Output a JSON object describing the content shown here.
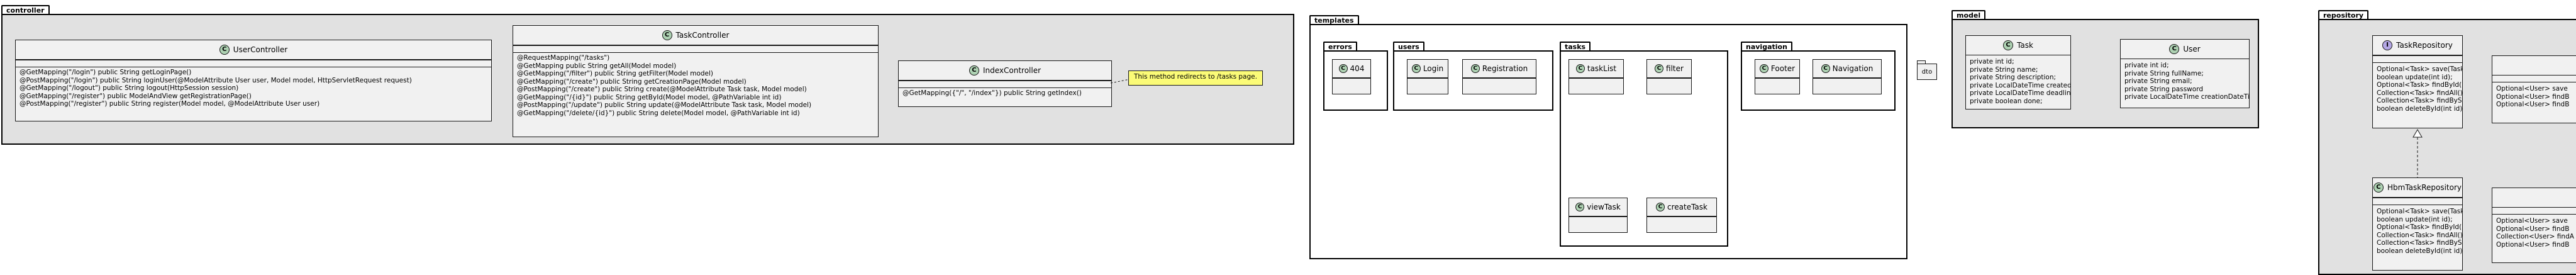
{
  "packages": {
    "controller": {
      "label": "controller",
      "classes": {
        "user_controller": {
          "name": "UserController",
          "stereotype": "C",
          "members": [
            "@GetMapping(\"/login\") public String getLoginPage()",
            "@PostMapping(\"/login\") public String loginUser(@ModelAttribute User user, Model model, HttpServletRequest request)",
            "@GetMapping(\"/logout\") public String logout(HttpSession session)",
            "@GetMapping(\"/register\") public ModelAndView getRegistrationPage()",
            "@PostMapping(\"/register\") public String register(Model model, @ModelAttribute User user)"
          ]
        },
        "task_controller": {
          "name": "TaskController",
          "stereotype": "C",
          "members": [
            "@RequestMapping(\"/tasks\")",
            "@GetMapping public String getAll(Model model)",
            "@GetMapping(\"/filter\") public String getFilter(Model model)",
            "@GetMapping(\"/create\") public String getCreationPage(Model model)",
            "@PostMapping(\"/create\") public String create(@ModelAttribute Task task, Model model)",
            "@GetMapping(\"/{id}\") public String getById(Model model, @PathVariable int id)",
            "@PostMapping(\"/update\") public String update(@ModelAttribute Task task, Model model)",
            "@GetMapping(\"/delete/{id}\") public String delete(Model model, @PathVariable int id)"
          ]
        },
        "index_controller": {
          "name": "IndexController",
          "stereotype": "C",
          "members": [
            "@GetMapping({\"/\", \"/index\"}) public String getIndex()"
          ]
        }
      },
      "note": "This method redirects to /tasks page."
    },
    "templates": {
      "label": "templates",
      "errors": {
        "label": "errors",
        "items": [
          "404"
        ]
      },
      "users": {
        "label": "users",
        "items": [
          "Login",
          "Registration"
        ]
      },
      "tasks": {
        "label": "tasks",
        "items": [
          "taskList",
          "filter",
          "viewTask",
          "createTask"
        ]
      },
      "navigation": {
        "label": "navigation",
        "items": [
          "Footer",
          "Navigation"
        ]
      }
    },
    "dto": {
      "label": "dto"
    },
    "model": {
      "label": "model",
      "task": {
        "name": "Task",
        "stereotype": "C",
        "members": [
          "private int id;",
          "private String name;",
          "private String description;",
          "private LocalDateTime created;",
          "private LocalDateTime deadline;",
          "private boolean done;"
        ]
      },
      "user": {
        "name": "User",
        "stereotype": "C",
        "members": [
          "private int id;",
          "private String fullName;",
          "private String email;",
          "private String password",
          "private LocalDateTime creationDateTime;"
        ]
      }
    },
    "repository": {
      "label": "repository",
      "task_repository": {
        "name": "TaskRepository",
        "stereotype": "I",
        "members": [
          "Optional<Task> save(Task task);",
          "boolean update(int id);",
          "Optional<Task> findById(int id);",
          "Collection<Task> findAll();",
          "Collection<Task> findByStatus();",
          "boolean deleteById(int id);"
        ]
      },
      "hbm_task_repository": {
        "name": "HbmTaskRepository",
        "stereotype": "C",
        "members": [
          "Optional<Task> save(Task task);",
          "boolean update(int id);",
          "Optional<Task> findById(int id);",
          "Collection<Task> findAll();",
          "Collection<Task> findByStatus();",
          "boolean deleteById(int id);"
        ]
      },
      "user_repository_partial": {
        "members": [
          "Optional<User> save",
          "Optional<User> findB",
          "Optional<User> findB"
        ]
      },
      "hbm_user_repository_partial": {
        "members": [
          "Optional<User> save",
          "Optional<User> findB",
          "Collection<User> findA",
          "Optional<User> findB"
        ]
      }
    }
  },
  "colors": {
    "package_gray": "#e1e1e1",
    "class_fill": "#f1f1f1",
    "class_circle": "#add1b2",
    "interface_circle": "#b4a7e5",
    "note_fill": "#fbfb77"
  }
}
